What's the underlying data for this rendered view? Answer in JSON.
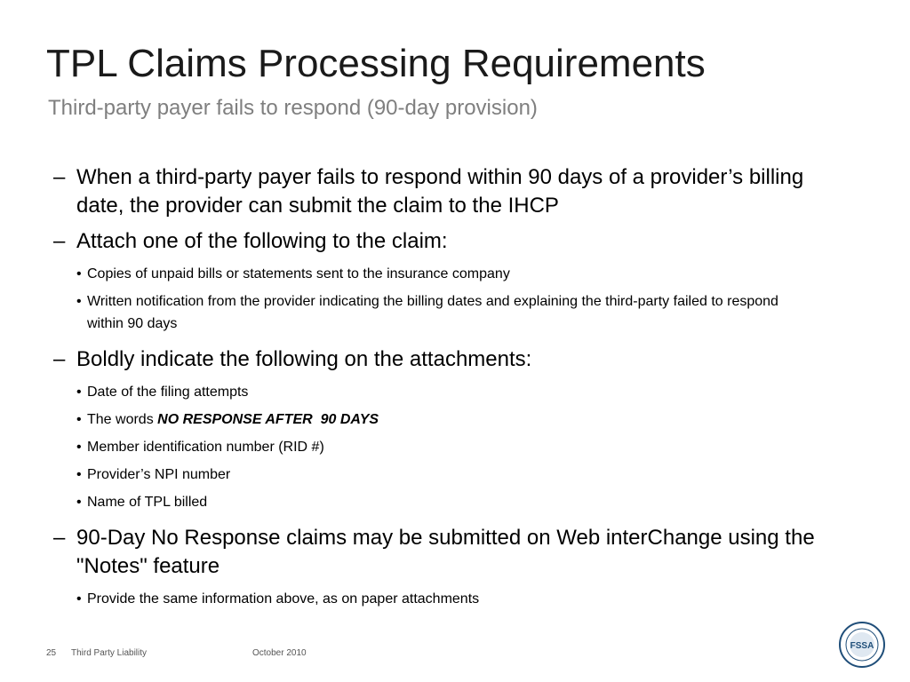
{
  "slide": {
    "title": "TPL Claims Processing Requirements",
    "subtitle": "Third-party payer fails to respond (90-day provision)"
  },
  "bullets": [
    {
      "marker": "–",
      "text": "When a third-party payer fails to respond within 90 days of a provider’s billing date, the provider can submit the claim to the IHCP"
    },
    {
      "marker": "–",
      "text": "Attach one of the following to the claim:",
      "sub": [
        {
          "marker": "•",
          "text": "Copies of unpaid bills or statements sent to the insurance company"
        },
        {
          "marker": "•",
          "text": "Written notification from the provider indicating the billing dates and explaining the third-party failed to respond within 90 days"
        }
      ]
    },
    {
      "marker": "–",
      "text": "Boldly indicate the following on the attachments:",
      "sub": [
        {
          "marker": "•",
          "text": "Date of the filing attempts"
        },
        {
          "marker": "•",
          "text_prefix": "The words ",
          "text_emphasis": "NO RESPONSE AFTER  90 DAYS"
        },
        {
          "marker": "•",
          "text": "Member identification number (RID #)"
        },
        {
          "marker": "•",
          "text": "Provider’s NPI number"
        },
        {
          "marker": "•",
          "text": "Name of TPL billed"
        }
      ]
    },
    {
      "marker": "–",
      "text": "90-Day No Response claims may be submitted on Web interChange using the \"Notes\" feature",
      "sub": [
        {
          "marker": "•",
          "text": "Provide the same information above, as on paper attachments"
        }
      ]
    }
  ],
  "footer": {
    "page_number": "25",
    "section": "Third Party Liability",
    "date": "October 2010"
  },
  "logo": {
    "name": "fssa-seal-icon",
    "text": "FSSA",
    "color": "#1f4e79"
  }
}
